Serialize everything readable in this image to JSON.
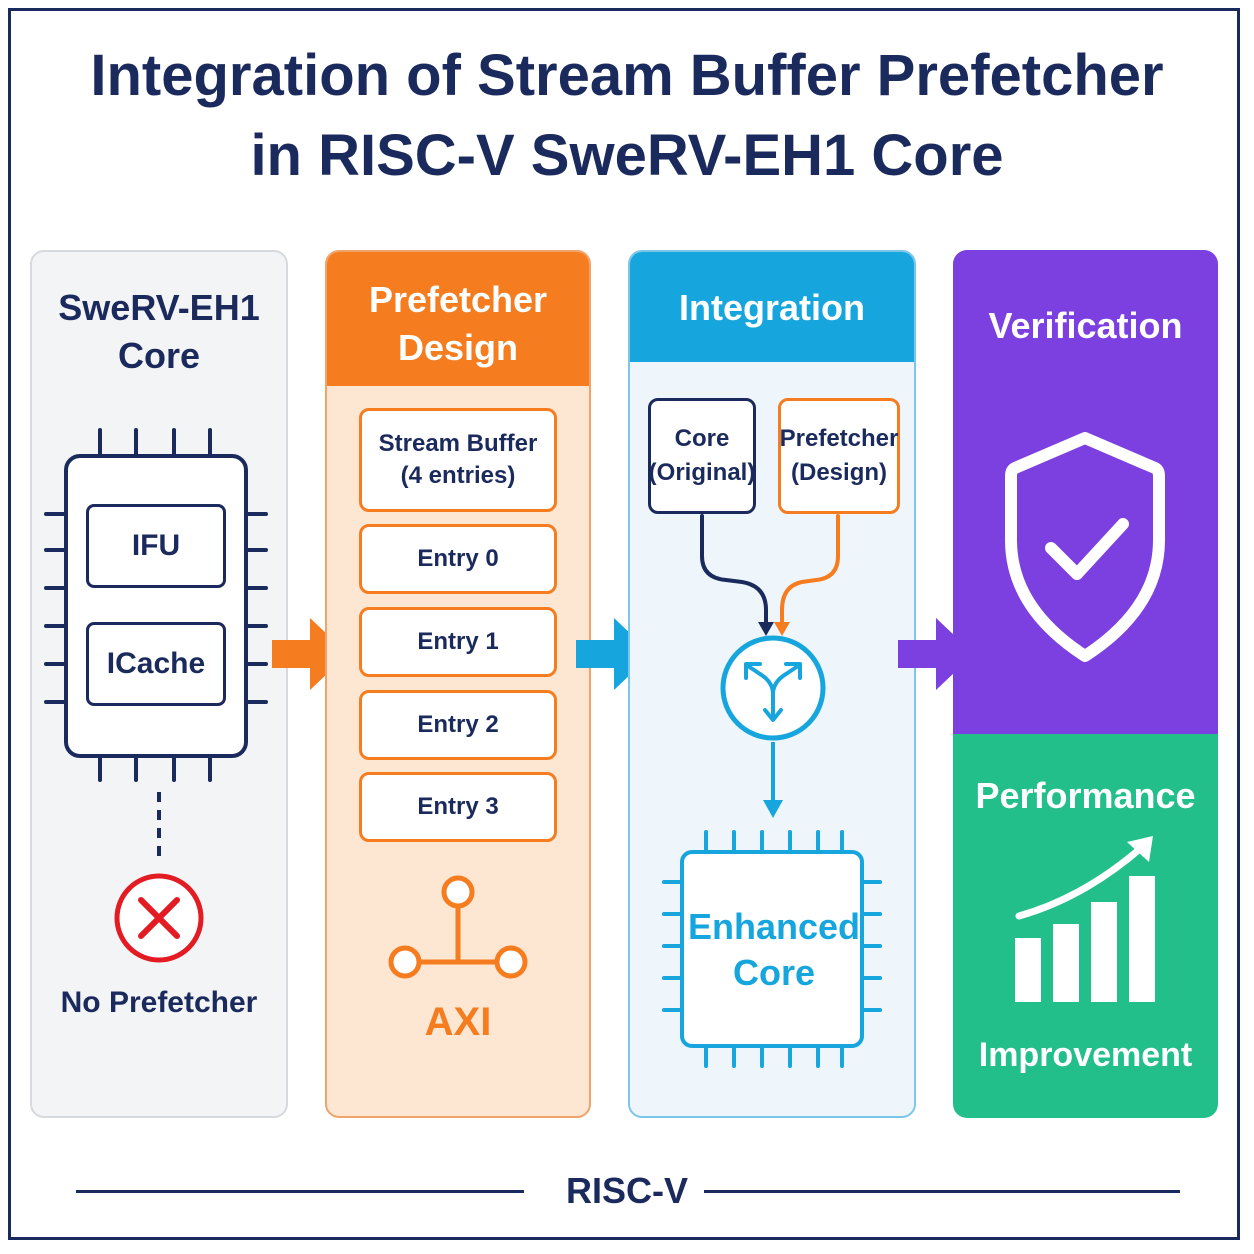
{
  "title": {
    "line1": "Integration of Stream Buffer Prefetcher",
    "line2": "in RISC-V SweRV-EH1 Core"
  },
  "core_panel": {
    "heading_line1": "SweRV-EH1",
    "heading_line2": "Core",
    "ifu_label": "IFU",
    "icache_label": "ICache",
    "no_prefetcher_label": "No Prefetcher"
  },
  "prefetcher_panel": {
    "heading_line1": "Prefetcher",
    "heading_line2": "Design",
    "stream_buffer_line1": "Stream Buffer",
    "stream_buffer_line2": "(4 entries)",
    "entries": [
      "Entry 0",
      "Entry 1",
      "Entry 2",
      "Entry 3"
    ],
    "bus_label": "AXI"
  },
  "integration_panel": {
    "heading": "Integration",
    "core_box_line1": "Core",
    "core_box_line2": "(Original)",
    "prefetcher_box_line1": "Prefetcher",
    "prefetcher_box_line2": "(Design)",
    "enhanced_line1": "Enhanced",
    "enhanced_line2": "Core"
  },
  "verification_panel": {
    "heading": "Verification",
    "performance_heading": "Performance",
    "improvement_label": "Improvement"
  },
  "footer": {
    "label": "RISC-V"
  },
  "colors": {
    "navy": "#1b2a5c",
    "orange": "#f57c1f",
    "blue": "#16a6dd",
    "purple": "#7c3fe0",
    "green": "#23bf8a",
    "red": "#e31b23"
  }
}
